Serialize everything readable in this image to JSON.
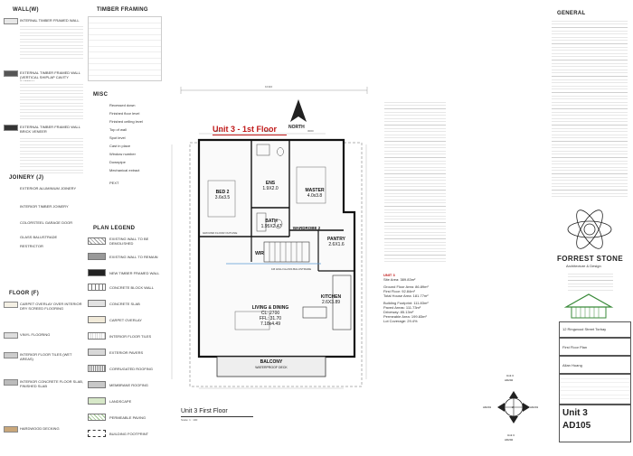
{
  "left_panel": {
    "wall_header": "WALL(W)",
    "timber_header": "TIMBER FRAMING",
    "misc_header": "MISC",
    "joinery_header": "JOINERY (J)",
    "floor_header": "FLOOR (F)",
    "plan_legend_header": "PLAN LEGEND",
    "wall_items": [
      "INTERNAL TIMBER FRAMED WALL",
      "EXTERNAL TIMBER FRAMED WALL (VERTICAL SHIPLAP CAVITY BATTEN)",
      "EXTERNAL TIMBER FRAMED WALL BRICK VENEER"
    ],
    "misc_items": [
      "Recessed down",
      "Finished floor level",
      "Finished ceiling level",
      "Top of wall",
      "Spot level",
      "Cast in place",
      "Window number",
      "Downpipe",
      "Mechanical extract",
      "PEXT"
    ],
    "joinery_items": [
      "EXTERIOR ALUMINIUM JOINERY",
      "INTERIOR TIMBER JOINERY",
      "COLORSTEEL GARAGE DOOR",
      "GLASS BALUSTRADE",
      "RESTRICTOR"
    ],
    "floor_items": [
      "CARPET OVERLAY OVER INTERIOR DRY SCREED FLOORING",
      "VINYL FLOORING",
      "INTERIOR FLOOR TILES (WET AREAS)",
      "INTERIOR CONCRETE FLOOR SLAB, FINISHED SLAB",
      "HARDWOOD DECKING"
    ],
    "plan_legend_items": [
      "EXISTING WALL TO BE DEMOLISHED",
      "EXISTING WALL TO REMAIN",
      "NEW TIMBER FRAMED WALL",
      "CONCRETE BLOCK WALL",
      "CONCRETE SLAB",
      "CARPET OVERLAY",
      "INTERIOR FLOOR TILES",
      "EXTERIOR PAVERS",
      "CORRUGATED ROOFING",
      "MEMBRANE ROOFING",
      "LANDSCAPE",
      "PERMEABLE PAVING",
      "BUILDING FOOTPRINT"
    ]
  },
  "plan": {
    "title": "Unit 3 - 1st Floor",
    "north_label": "NORTH",
    "rooms": [
      {
        "name": "BED 2",
        "dim": "3.6x3.5"
      },
      {
        "name": "ENS",
        "dim": "1.9X2.0"
      },
      {
        "name": "MASTER",
        "dim": "4.0x3.8"
      },
      {
        "name": "BATH",
        "dim": "1.95X2.47"
      },
      {
        "name": "WARDROBE 2",
        "dim": ""
      },
      {
        "name": "PANTRY",
        "dim": "2.6X1.6"
      },
      {
        "name": "WIR",
        "dim": ""
      },
      {
        "name": "KITCHEN",
        "dim": "2.6X3.89"
      },
      {
        "name": "LIVING & DINING",
        "dim": "CL: 2700"
      },
      {
        "name": "BALCONY",
        "dim": "WATERPROOF DECK"
      }
    ],
    "ffl_line": "FFL: 31.70",
    "area_line": "7.18x4.49",
    "ground_outline_note": "GROUND FLOOR OUTLINE",
    "balustrade_note": "1M HIGH GLASS BALUSTRADE",
    "dims_top": [
      "10110",
      "2370",
      "3010",
      "3000"
    ],
    "view_title": "Unit 3 First Floor",
    "scale_label": "Scale: 1 : 100"
  },
  "site_info": {
    "lines": [
      "UNIT 3",
      "Site Area: 389.83m²",
      "Ground Floor Area: 86.89m²",
      "First Floor: 92.84m²",
      "Total House Area: 181.77m²",
      "Building Footprint: 111.83m²",
      "Paved Areas: 111.73m²",
      "Driveway: 85.13m²",
      "Permeable Area: 199.83m²",
      "Lot Coverage: 29.4%"
    ]
  },
  "general": {
    "header": "GENERAL"
  },
  "title_block": {
    "company": "FORREST STONE",
    "subtitle": "Architecture & Design",
    "address_line": "12 Ringwood Street Torbay",
    "drawing_title": "First Floor Plan",
    "drawn_by": "Allan Huang",
    "sheet": "Unit 3",
    "sheet_number": "AD105",
    "callouts": [
      "Unit 3",
      "AD202",
      "2",
      "AD201",
      "Unit 3",
      "AD202",
      "AD201"
    ]
  },
  "colors": {
    "accent": "#c01818",
    "wall": "#111111",
    "green": "#3a8a3a"
  }
}
